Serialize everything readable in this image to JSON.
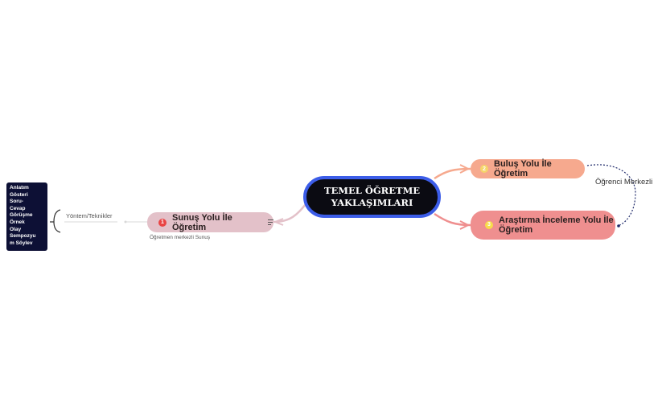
{
  "root": {
    "line1": "TEMEL ÖĞRETME",
    "line2": "YAKLAŞIMLARI"
  },
  "topics": [
    {
      "number": "1",
      "label": "Sunuş Yolu İle Öğretim",
      "note": "Öğretmen merkezli Sunuş",
      "color": "#e3c1c9"
    },
    {
      "number": "2",
      "label": "Buluş Yolu İle Öğretim",
      "color": "#f6a98e"
    },
    {
      "number": "3",
      "label_line1": "Araştırma İnceleme Yolu  İle",
      "label_line2": "Öğretim",
      "color": "#ef8f8f"
    }
  ],
  "subtopic": {
    "label": "Yöntem/Teknikler"
  },
  "methods": [
    "Anlatım",
    "Gösteri",
    "Soru-",
    "Cevap",
    "Görüşme",
    "Örnek",
    "Olay",
    "Sempozyu",
    "m   Söylev"
  ],
  "summary": {
    "label": "Öğrenci Merkezli"
  },
  "colors": {
    "root_border": "#3c5de8",
    "root_fill": "#0b0b12",
    "methods_box": "#0d1035"
  }
}
